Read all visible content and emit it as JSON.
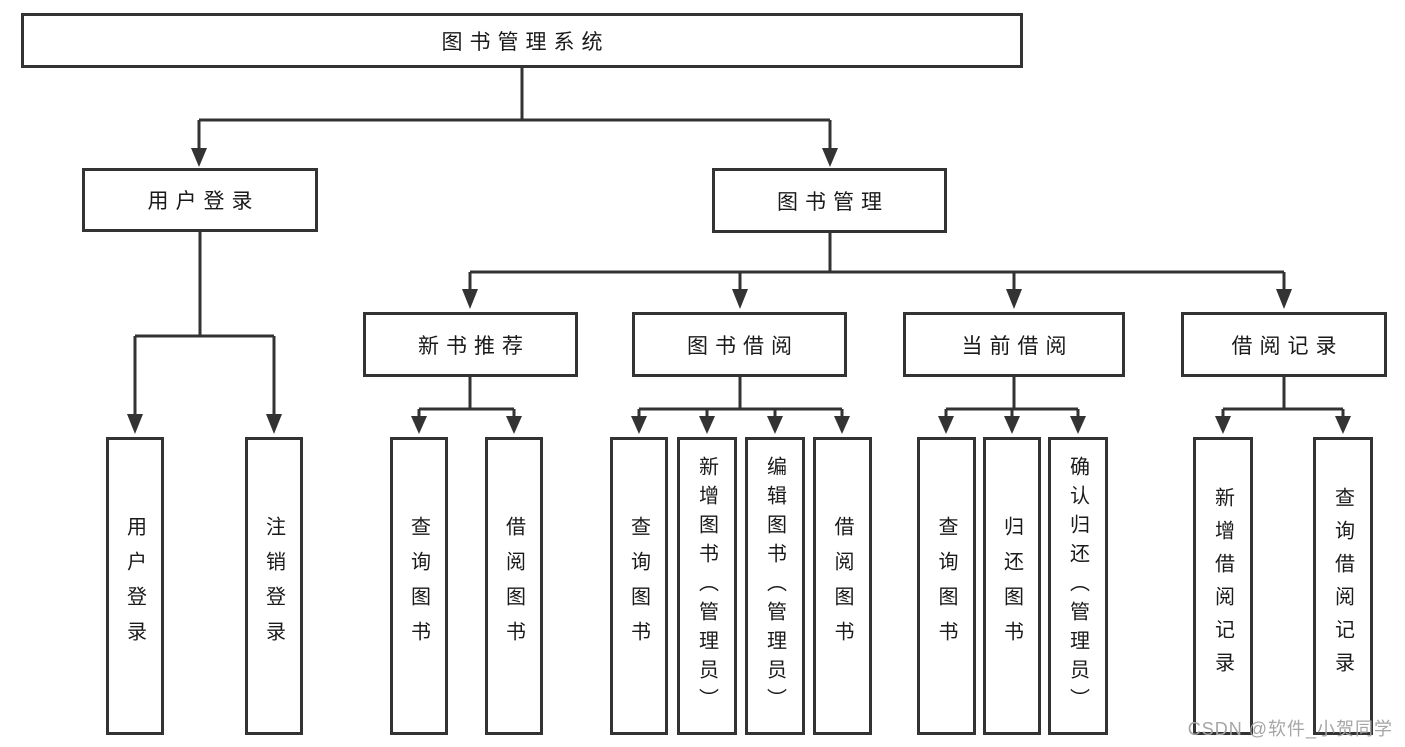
{
  "diagram": {
    "root": {
      "label": "图书管理系统"
    },
    "branches": {
      "user_login": {
        "label": "用户登录",
        "children": [
          "用户登录",
          "注销登录"
        ]
      },
      "book_management": {
        "label": "图书管理",
        "sections": [
          {
            "label": "新书推荐",
            "children": [
              "查询图书",
              "借阅图书"
            ]
          },
          {
            "label": "图书借阅",
            "children": [
              "查询图书",
              "新增图书（管理员）",
              "编辑图书（管理员）",
              "借阅图书"
            ]
          },
          {
            "label": "当前借阅",
            "children": [
              "查询图书",
              "归还图书",
              "确认归还（管理员）"
            ]
          },
          {
            "label": "借阅记录",
            "children": [
              "新增借阅记录",
              "查询借阅记录"
            ]
          }
        ]
      }
    }
  },
  "watermark": {
    "text": "CSDN @软件_小贺同学",
    "color": "#a6a6a6"
  },
  "colors": {
    "line": "#333333",
    "text": "#1a1a1a",
    "box_fill": "#ffffff",
    "background": "#ffffff"
  }
}
